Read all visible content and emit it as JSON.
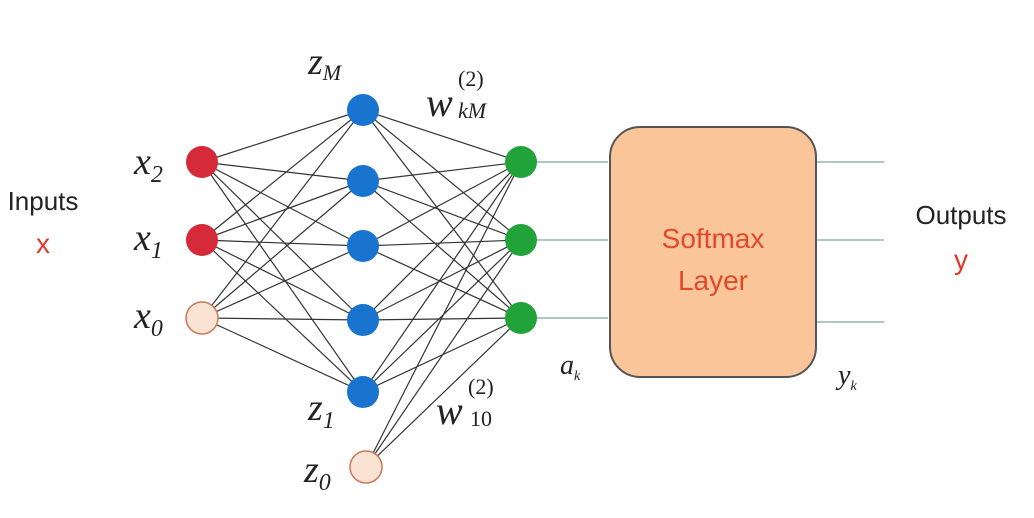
{
  "inputs": {
    "title": "Inputs",
    "var": "x",
    "nodes": [
      {
        "base": "x",
        "sub": "2",
        "color": "#d42a3a"
      },
      {
        "base": "x",
        "sub": "1",
        "color": "#d42a3a"
      },
      {
        "base": "x",
        "sub": "0",
        "color": "#fbe3d3"
      }
    ]
  },
  "hidden": {
    "nodes": [
      {
        "label_base": "z",
        "label_sub": "M",
        "color": "#1874cf"
      },
      {
        "label_base": "",
        "label_sub": "",
        "color": "#1874cf"
      },
      {
        "label_base": "",
        "label_sub": "",
        "color": "#1874cf"
      },
      {
        "label_base": "",
        "label_sub": "",
        "color": "#1874cf"
      },
      {
        "label_base": "z",
        "label_sub": "1",
        "color": "#1874cf"
      },
      {
        "label_base": "z",
        "label_sub": "0",
        "color": "#fbe3d3"
      }
    ]
  },
  "outputs_layer": {
    "node_color": "#22a33a",
    "count": 3
  },
  "weights": {
    "top": {
      "base": "w",
      "sup": "(2)",
      "sub": "kM"
    },
    "bottom": {
      "base": "w",
      "sup": "(2)",
      "sub": "10"
    }
  },
  "activation_label": {
    "base": "a",
    "sub": "k"
  },
  "softmax": {
    "line1": "Softmax",
    "line2": "Layer",
    "fill": "#fbc59a",
    "stroke": "#555555"
  },
  "outputs": {
    "title": "Outputs",
    "var": "y",
    "label": {
      "base": "y",
      "sub": "k"
    }
  }
}
